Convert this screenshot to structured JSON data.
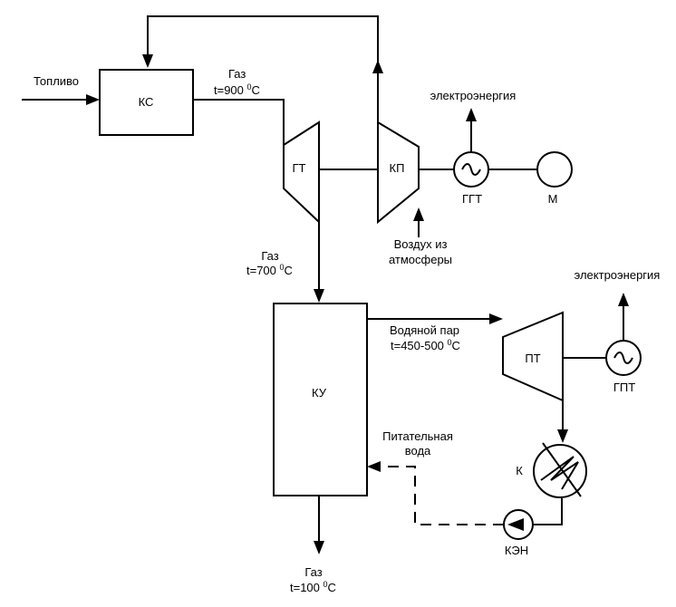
{
  "inputs": {
    "fuel": "Топливо"
  },
  "blocks": {
    "combustion_chamber": "КС",
    "gas_turbine": "ГТ",
    "compressor": "КП",
    "gas_turbine_generator": "ГГТ",
    "motor": "М",
    "heat_recovery_boiler": "КУ",
    "steam_turbine": "ПТ",
    "steam_turbine_generator": "ГПТ",
    "condenser": "К",
    "condensate_pump": "КЭН"
  },
  "flows": {
    "gas_after_cs": {
      "name": "Газ",
      "temp_prefix": "t=900 ",
      "deg": "0",
      "unit": "С"
    },
    "gas_after_gt": {
      "name": "Газ",
      "temp_prefix": "t=700 ",
      "deg": "0",
      "unit": "С"
    },
    "gas_exhaust": {
      "name": "Газ",
      "temp_prefix": "t=100 ",
      "deg": "0",
      "unit": "С"
    },
    "steam": {
      "name": "Водяной пар",
      "temp_prefix": "t=450-500 ",
      "deg": "0",
      "unit": "С"
    },
    "air": {
      "line1": "Воздух из",
      "line2": "атмосферы"
    },
    "feed_water": {
      "line1": "Питательная",
      "line2": "вода"
    },
    "electricity_top": "электроэнергия",
    "electricity_right": "электроэнергия"
  }
}
